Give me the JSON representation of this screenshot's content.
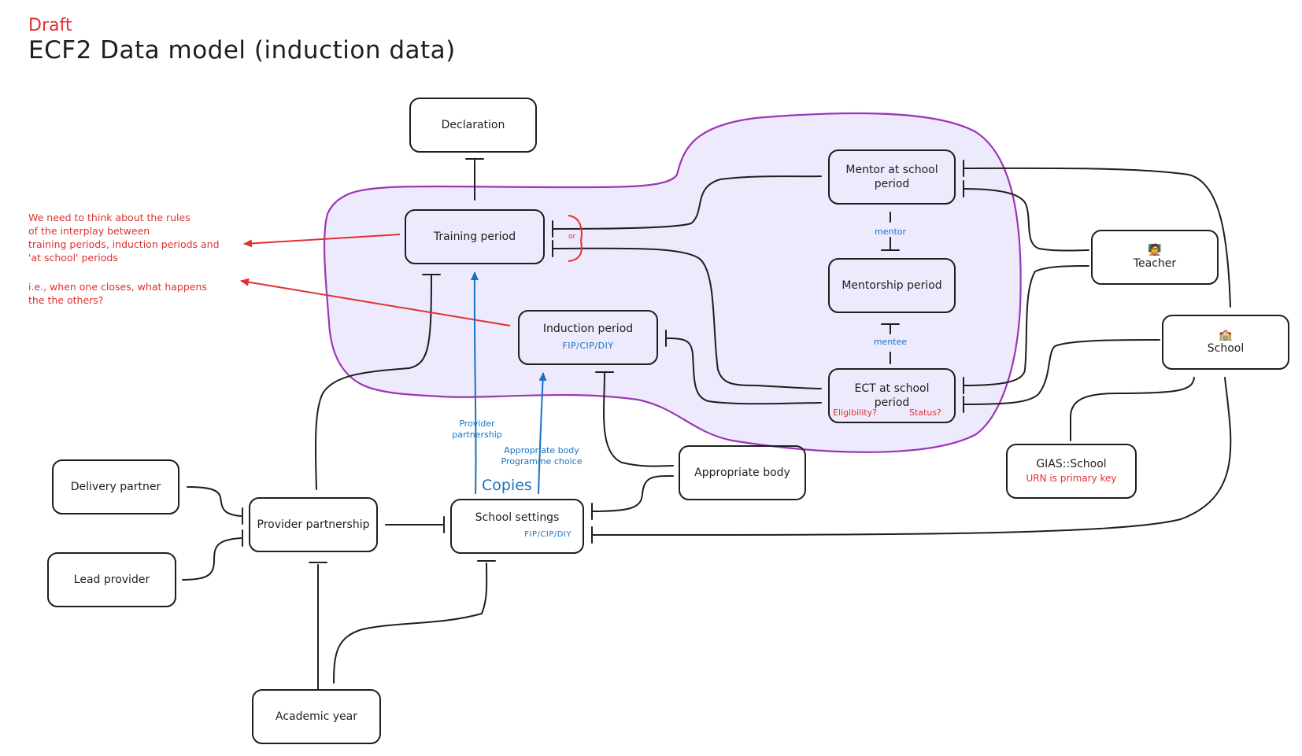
{
  "header": {
    "draft": "Draft",
    "title": "ECF2 Data model (induction data)"
  },
  "notes": {
    "rules": "We need to think about the rules\nof the interplay between\ntraining periods, induction periods and\n'at school' periods",
    "question": "i.e., when one closes, what happens\nthe the others?"
  },
  "entities": {
    "declaration": "Declaration",
    "training_period": "Training period",
    "induction_period": {
      "label": "Induction period",
      "sub": "FIP/CIP/DIY"
    },
    "mentor_at_school_period": "Mentor at school\nperiod",
    "mentorship_period": "Mentorship period",
    "ect_at_school_period": {
      "label": "ECT at school\nperiod",
      "eligibility": "Eligibility?",
      "status": "Status?"
    },
    "teacher": {
      "icon": "teacher-emoji",
      "glyph": "🧑‍🏫",
      "label": "Teacher"
    },
    "school": {
      "icon": "school-emoji",
      "glyph": "🏫",
      "label": "School"
    },
    "gias_school": {
      "label": "GIAS::School",
      "sub": "URN is primary key"
    },
    "appropriate_body": "Appropriate body",
    "delivery_partner": "Delivery partner",
    "lead_provider": "Lead provider",
    "provider_partnership": "Provider partnership",
    "school_settings": {
      "label": "School settings",
      "sub": "FIP/CIP/DIY"
    },
    "academic_year": "Academic year"
  },
  "edge_labels": {
    "or": "or",
    "mentor": "mentor",
    "mentee": "mentee",
    "provider_partnership_copy": "Provider\npartnership",
    "ab_programme_copy": "Appropriate body\nProgramme choice",
    "copies": "Copies"
  },
  "colors": {
    "ink": "#1e1e1e",
    "red": "#e03131",
    "blue": "#1971c2",
    "purple_stroke": "#9c36b5",
    "purple_fill": "#eeeafd"
  }
}
